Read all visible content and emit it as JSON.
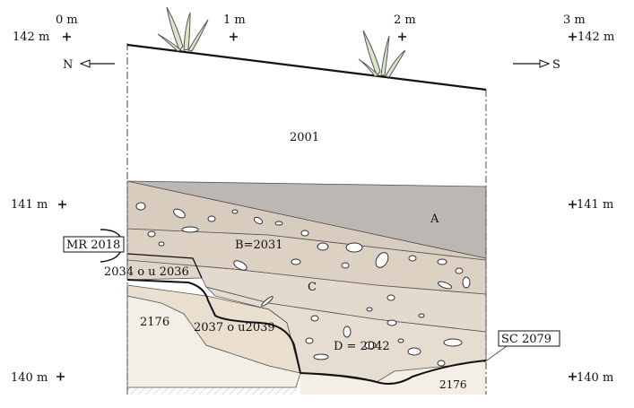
{
  "scale": {
    "top_labels": [
      "0 m",
      "1 m",
      "2 m",
      "3 m"
    ],
    "left_elevations": [
      "142 m",
      "141  m",
      "140 m"
    ],
    "right_elevations": [
      "142 m",
      "141  m",
      "140 m"
    ]
  },
  "orientation": {
    "north": "N",
    "south": "S"
  },
  "units": {
    "u2001": "2001",
    "A": "A",
    "B": "B=2031",
    "C": "C",
    "D": "D = 2042",
    "u2034": "2034 o u 2036",
    "u2176a": "2176",
    "u2037": "2037 o u2039",
    "u2176b": "2176"
  },
  "boxed_labels": {
    "mr": "MR 2018",
    "sc": "SC 2079"
  },
  "colors": {
    "layerA": "#bcb7b2",
    "layerB": "#ddd1c4",
    "layerC": "#e3d9cd",
    "layerD": "#e6dccf",
    "layerLight": "#f4efe6",
    "hatch": "#b8b8b8"
  }
}
